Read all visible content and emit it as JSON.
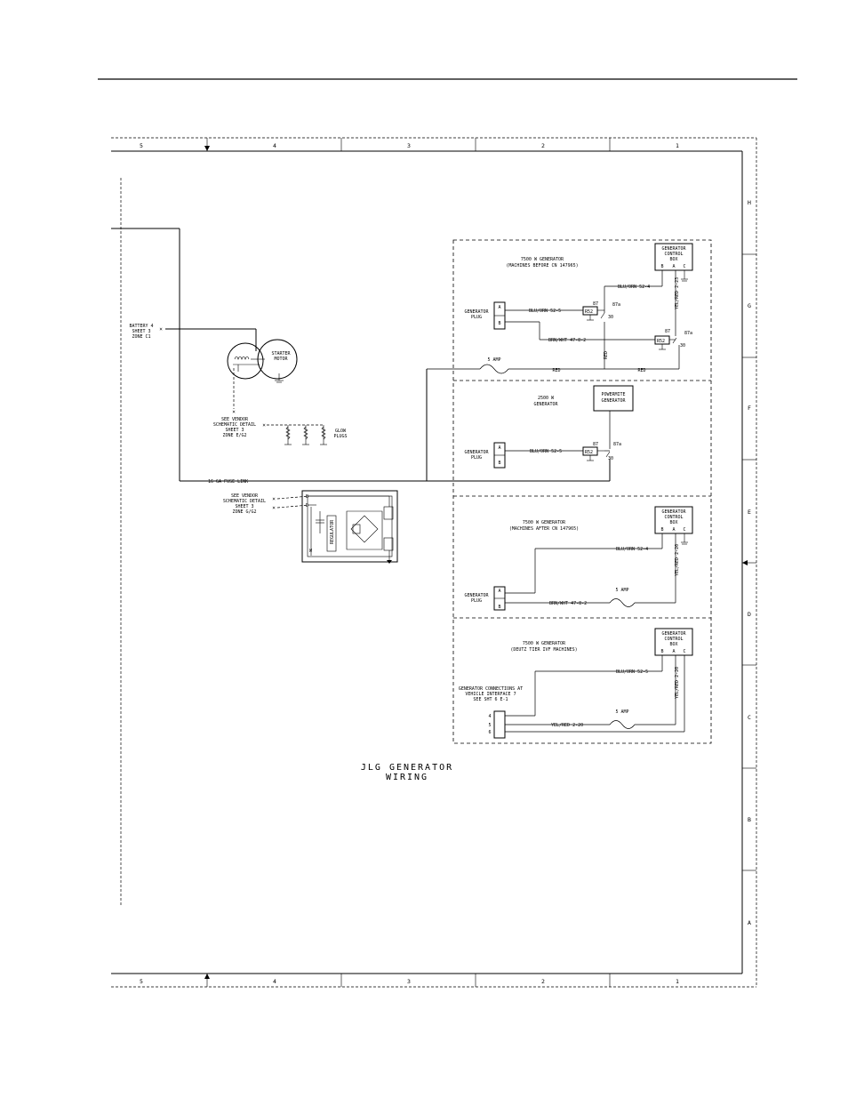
{
  "frame": {
    "top_columns": [
      "5",
      "4",
      "3",
      "2",
      "1"
    ],
    "bottom_columns": [
      "5",
      "4",
      "3",
      "2",
      "1"
    ],
    "zones": [
      "H",
      "G",
      "F",
      "E",
      "D",
      "C",
      "B",
      "A"
    ]
  },
  "left": {
    "battery_label": [
      "BATTERY 4",
      "SHEET 3",
      "ZONE C1"
    ],
    "starter_label": [
      "STARTER",
      "MOTOR"
    ],
    "see_vendor_1": [
      "SEE VENDOR",
      "SCHEMATIC DETAIL",
      "SHEET 3",
      "ZONE E/G2"
    ],
    "glow_label": [
      "GLOW",
      "PLUGS"
    ],
    "fuse_line": "16 GA FUSE LINK",
    "see_vendor_2": [
      "SEE VENDOR",
      "SCHEMATIC DETAIL",
      "SHEET 3",
      "ZONE G/G2"
    ],
    "regulator": "REGULATOR",
    "term_b": "B",
    "term_d": "D",
    "term_w": "W"
  },
  "panel1": {
    "title": [
      "7500 W GENERATOR",
      "(MACHINES BEFORE CN 147965)"
    ],
    "control_box": [
      "GENERATOR",
      "CONTROL",
      "BOX"
    ],
    "terminals": [
      "B",
      "A",
      "C"
    ],
    "plug_label": [
      "GENERATOR",
      "PLUG"
    ],
    "plug_pins": [
      "A",
      "B"
    ],
    "wire_a": "BLU/ORN 52-5",
    "wire_b": "BRN/WHT 47-8-2",
    "wire_c": "BLU/ORN 52-4",
    "wire_d": "YEL/RED 2-23",
    "relay_term": [
      "87",
      "87a",
      "30"
    ],
    "relay_label": "R52",
    "fuse": "5 AMP",
    "red1": "RED",
    "red2": "RED",
    "red3": "RED"
  },
  "panel2": {
    "title": [
      "2500 W",
      "GENERATOR"
    ],
    "box": [
      "POWERMITE",
      "GENERATOR"
    ],
    "plug_label": [
      "GENERATOR",
      "PLUG"
    ],
    "plug_pins": [
      "A",
      "B"
    ],
    "wire_a": "BLU/ORN 52-5",
    "relay_term": [
      "87",
      "87a",
      "30"
    ],
    "relay_label": "R52"
  },
  "panel3": {
    "title": [
      "7500 W GENERATOR",
      "(MACHINES AFTER CN 147965)"
    ],
    "control_box": [
      "GENERATOR",
      "CONTROL",
      "BOX"
    ],
    "terminals": [
      "B",
      "A",
      "C"
    ],
    "plug_label": [
      "GENERATOR",
      "PLUG"
    ],
    "plug_pins": [
      "A",
      "B"
    ],
    "wire_a": "BLU/ORN 52-4",
    "wire_b": "BRN/WHT 47-8-2",
    "wire_c": "YEL/RED 2-20",
    "fuse": "5 AMP"
  },
  "panel4": {
    "title": [
      "7500 W GENERATOR",
      "(DEUTZ TIER IVF MACHINES)"
    ],
    "control_box": [
      "GENERATOR",
      "CONTROL",
      "BOX"
    ],
    "terminals": [
      "B",
      "A",
      "C"
    ],
    "conn_label": [
      "GENERATOR CONNECTIONS AT",
      "VEHICLE INTERFACE 7",
      "SEE SHT 6 E-1"
    ],
    "conn_pins": [
      "4",
      "5",
      "6"
    ],
    "wire_a": "BLU/ORN 52-5",
    "wire_b": "YEL/RED 2-20",
    "wire_c": "YEL/RED 2-20",
    "fuse": "5 AMP"
  },
  "caption": [
    "JLG GENERATOR",
    "WIRING"
  ]
}
